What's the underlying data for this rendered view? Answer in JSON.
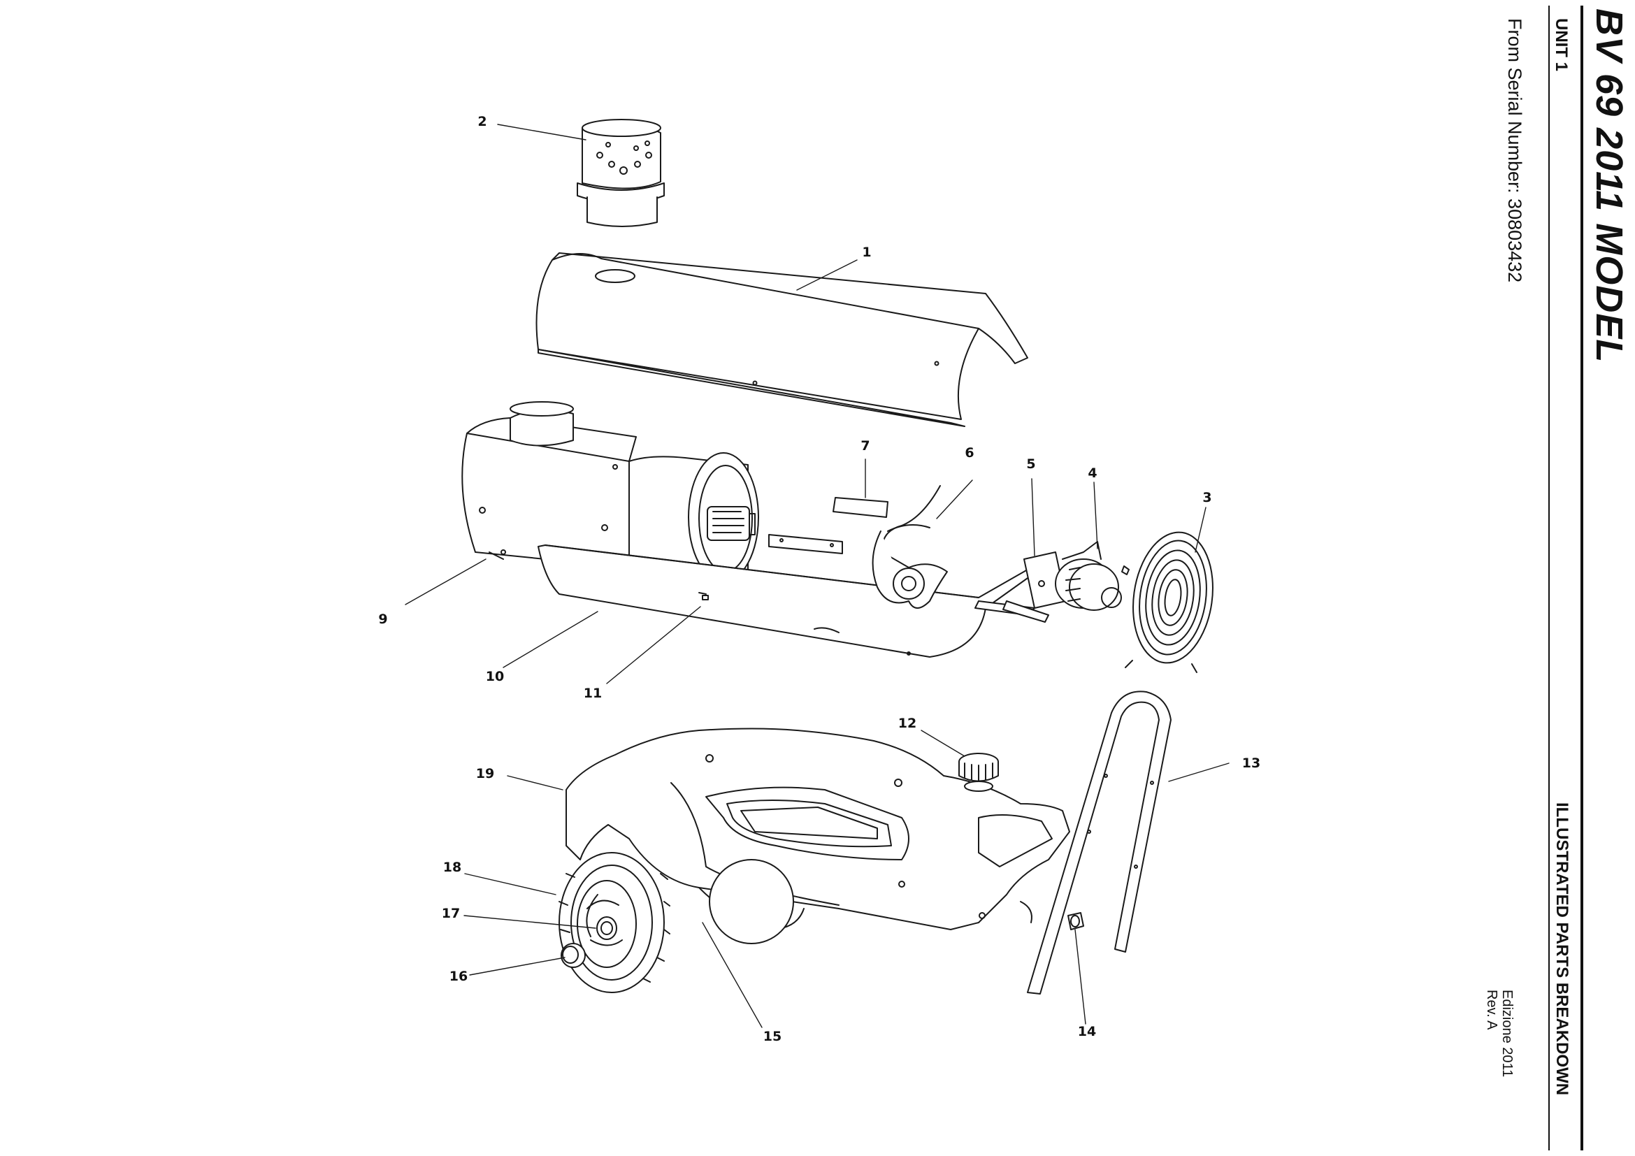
{
  "header": {
    "title": "BV 69 2011 MODEL",
    "unit": "UNIT 1",
    "serial": "From Serial Number: 30803432",
    "section": "ILLUSTRATED PARTS BREAKDOWN",
    "edition": "Edizione 2011",
    "revision": "Rev. A"
  },
  "callouts": [
    {
      "id": "1",
      "label": "1"
    },
    {
      "id": "2",
      "label": "2"
    },
    {
      "id": "3",
      "label": "3"
    },
    {
      "id": "4",
      "label": "4"
    },
    {
      "id": "5",
      "label": "5"
    },
    {
      "id": "6",
      "label": "6"
    },
    {
      "id": "7",
      "label": "7"
    },
    {
      "id": "9",
      "label": "9"
    },
    {
      "id": "10",
      "label": "10"
    },
    {
      "id": "11",
      "label": "11"
    },
    {
      "id": "12",
      "label": "12"
    },
    {
      "id": "13",
      "label": "13"
    },
    {
      "id": "14",
      "label": "14"
    },
    {
      "id": "15",
      "label": "15"
    },
    {
      "id": "16",
      "label": "16"
    },
    {
      "id": "17",
      "label": "17"
    },
    {
      "id": "18",
      "label": "18"
    },
    {
      "id": "19",
      "label": "19"
    }
  ],
  "parts": [
    {
      "label": "1",
      "name": "upper-shell"
    },
    {
      "label": "2",
      "name": "exhaust-collar"
    },
    {
      "label": "3",
      "name": "fan-guard"
    },
    {
      "label": "4",
      "name": "motor"
    },
    {
      "label": "5",
      "name": "motor-bracket"
    },
    {
      "label": "6",
      "name": "fan-blade"
    },
    {
      "label": "7",
      "name": "mounting-plate"
    },
    {
      "label": "9",
      "name": "combustion-chamber"
    },
    {
      "label": "10",
      "name": "lower-shell"
    },
    {
      "label": "11",
      "name": "screw"
    },
    {
      "label": "12",
      "name": "fuel-cap"
    },
    {
      "label": "13",
      "name": "handle"
    },
    {
      "label": "14",
      "name": "handle-knob"
    },
    {
      "label": "15",
      "name": "axle"
    },
    {
      "label": "16",
      "name": "hub-cap"
    },
    {
      "label": "17",
      "name": "washer"
    },
    {
      "label": "18",
      "name": "wheel"
    },
    {
      "label": "19",
      "name": "fuel-tank"
    }
  ]
}
